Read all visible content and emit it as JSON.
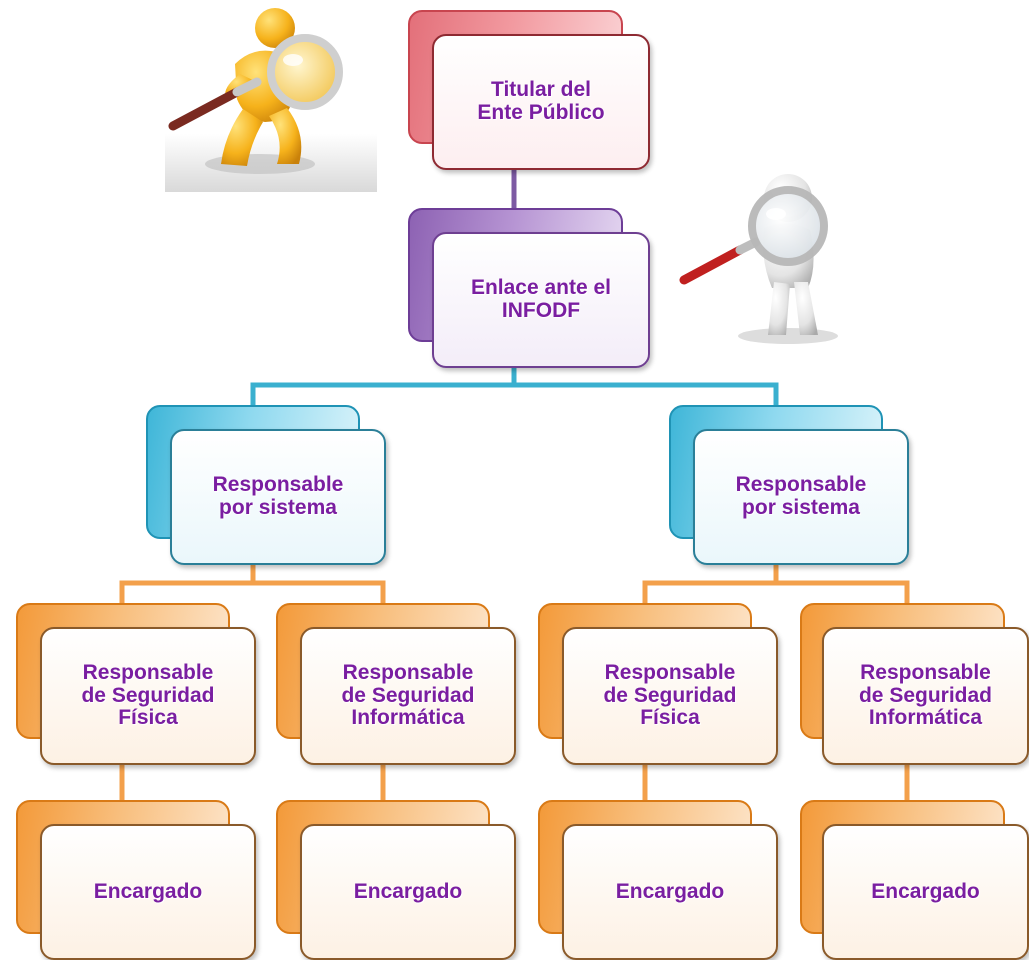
{
  "diagram": {
    "titular": {
      "label": "Titular del\nEnte Público"
    },
    "enlace": {
      "label": "Enlace ante el\nINFODF"
    },
    "responsable_sistema_left": {
      "label": "Responsable\npor sistema"
    },
    "responsable_sistema_right": {
      "label": "Responsable\npor sistema"
    },
    "seg_fisica_left": {
      "label": "Responsable\nde Seguridad\nFísica"
    },
    "seg_informatica_left": {
      "label": "Responsable\nde Seguridad\nInformática"
    },
    "seg_fisica_right": {
      "label": "Responsable\nde  Seguridad\nFísica"
    },
    "seg_informatica_right": {
      "label": "Responsable\nde Seguridad\nInformática"
    },
    "encargado_1": {
      "label": "Encargado"
    },
    "encargado_2": {
      "label": "Encargado"
    },
    "encargado_3": {
      "label": "Encargado"
    },
    "encargado_4": {
      "label": "Encargado"
    }
  },
  "illustrations": {
    "top_left": {
      "icon": "yellow-figure-magnifier-icon"
    },
    "top_right": {
      "icon": "white-figure-magnifier-icon"
    }
  },
  "colors": {
    "text": "#7a1ea1",
    "level_top": "#e3707a",
    "level_enlace": "#8d62b3",
    "level_sistema": "#3fb6d8",
    "level_responsables": "#f39a3a",
    "connector_top": "#7d5aa3",
    "connector_cyan": "#3ab0cf",
    "connector_orange": "#f3a04b"
  }
}
